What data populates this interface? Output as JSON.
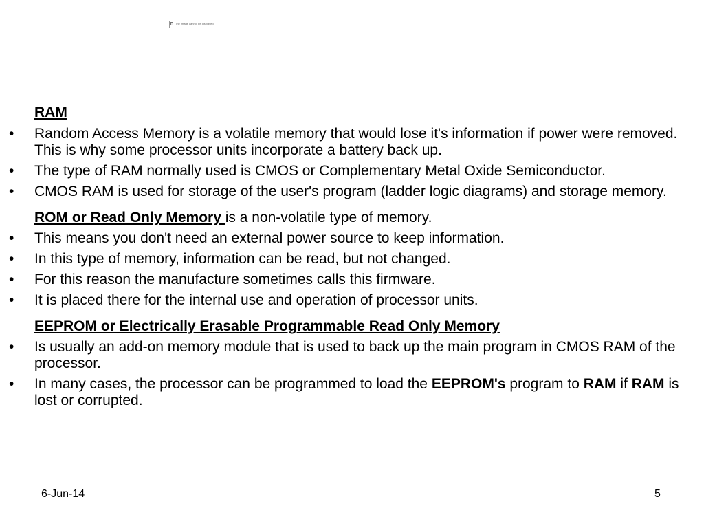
{
  "top_image": {
    "caption": "The image cannot be displayed."
  },
  "ram": {
    "heading": "RAM",
    "bullets": [
      {
        "line1": "Random Access Memory is a volatile memory that would lose it's information if power were removed.",
        "line2": "This is why some processor units incorporate a battery back up."
      },
      {
        "text": "The type of RAM normally used is CMOS or Complementary Metal Oxide Semiconductor."
      },
      {
        "text": "CMOS RAM is used for storage of the user's program (ladder logic diagrams) and storage memory."
      }
    ]
  },
  "rom": {
    "heading": "ROM or Read Only Memory ",
    "heading_rest": "is a non-volatile type of memory.",
    "bullets": [
      "This means you don't need an external power source to keep information.",
      "In this type of memory, information can be read, but not changed.",
      "For this reason the manufacture sometimes calls this firmware.",
      "It is placed there for the internal use and operation of processor units."
    ]
  },
  "eeprom": {
    "heading": "EEPROM or Electrically Erasable Programmable Read Only Memory",
    "bullet1": "Is usually an add-on memory module that is used to back up the main program in CMOS RAM of the processor.",
    "bullet2": {
      "part1": "In many cases, the processor can be programmed to load the ",
      "bold1": "EEPROM's",
      "part2": " program to ",
      "bold2": "RAM",
      "part3": " if ",
      "bold3": "RAM",
      "part4": " is lost or corrupted."
    }
  },
  "bullet_symbol": "•",
  "footer": {
    "date": "6-Jun-14",
    "page": "5"
  }
}
